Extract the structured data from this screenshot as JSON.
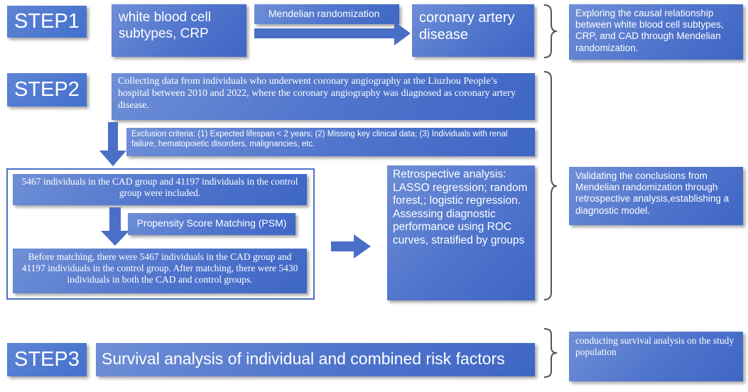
{
  "steps": {
    "step1": "STEP1",
    "step2": "STEP2",
    "step3": "STEP3"
  },
  "step1": {
    "exposure": "white blood cell subtypes, CRP",
    "method": "Mendelian randomization",
    "outcome": "coronary artery disease",
    "summary": "Exploring the causal relationship between white blood cell subtypes, CRP, and CAD through Mendelian randomization."
  },
  "step2": {
    "collection": "Collecting data from individuals who underwent coronary angiography at the Liuzhou People’s hospital between 2010 and 2022, where the coronary angiography was diagnosed as coronary artery disease.",
    "exclusion": "Exclusion criteria: (1) Expected lifespan < 2 years; (2) Missing key clinical data; (3) Individuals with renal failure, hematopoietic disorders, malignancies, etc.",
    "included": "5467 individuals in the CAD group and 41197 individuals in the control group were included.",
    "psm": "Propensity Score Matching (PSM)",
    "matching": "Before matching, there were 5467 individuals in the CAD group and 41197 individuals in the control group. After matching, there were 5430 individuals in both the CAD and control groups.",
    "retrospective": "Retrospective analysis: LASSO regression; random forest,; logistic regression. Assessing diagnostic performance using ROC curves, stratified by groups",
    "summary": "Validating the conclusions from Mendelian randomization through retrospective analysis,establishing a diagnostic model."
  },
  "step3": {
    "survival": "Survival analysis of individual and combined risk factors",
    "summary": "conducting survival analysis on the study population"
  },
  "colors": {
    "box": "#4f74cc",
    "arrow": "#4a6fc6",
    "bracket": "#555555"
  }
}
